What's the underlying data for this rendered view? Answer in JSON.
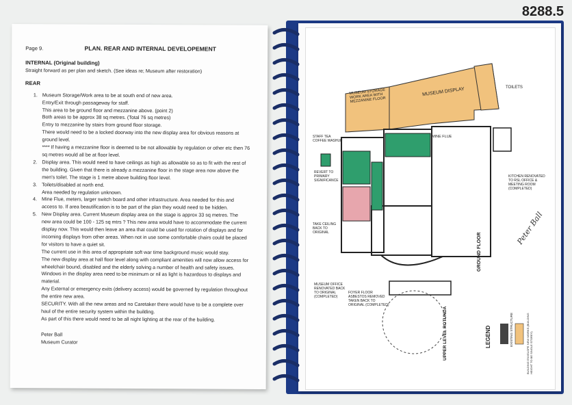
{
  "catalog_number": "8288.5",
  "left_page": {
    "page_no": "Page 9.",
    "title": "PLAN.  REAR AND INTERNAL DEVELOPEMENT",
    "internal_heading": "INTERNAL (Original building)",
    "internal_text": "Straight forward as per plan and sketch. (See ideas re; Museum after restoration)",
    "rear_heading": "REAR",
    "items": [
      {
        "n": "1.",
        "lines": [
          "Museum Storage/Work area to be at south end of new area.",
          "Entry/Exit through passageway for staff.",
          "This area to be ground floor and mezzanine above. (point 2)",
          "Both areas to be approx 38 sq metres. (Total 76 sq metres)",
          "Entry to mezzanine by stairs from ground floor storage.",
          "There would need to be a locked doorway into the new display area for obvious reasons at",
          "ground level.",
          "**** If having a mezzanine floor is deemed to be not allowable by regulation or other etc then 76",
          "sq metres would all be at floor level."
        ]
      },
      {
        "n": "2.",
        "lines": [
          "Display area. This would need to have ceilings as high as allowable so as to fit with the rest of",
          "the building. Given that there is already a mezzanine floor in the stage area now above the",
          "men's toilet. The stage is 1 metre above building floor level."
        ]
      },
      {
        "n": "3.",
        "lines": [
          "Toilets/disabled at north end.",
          "Area needed by regulation unknown."
        ]
      },
      {
        "n": "4.",
        "lines": [
          "Mine Flue, meters, larger switch board and other infrastructure. Area needed for this and",
          "access to. If area beautification is to be part of the plan they would need to be hidden."
        ]
      },
      {
        "n": "5.",
        "lines": [
          "New Display area. Current Museum display area on the stage is approx 33 sq metres. The",
          "new area could be 100 - 125 sq mtrs ? This new area would have to accommodate the current",
          "display now. This would then leave an area that could be used for rotation of displays and for",
          "incoming displays from other areas. When not in use some comfortable chairs could be placed",
          "for visitors to have a quiet sit.",
          "The current use in this area of appropriate soft war time background music would stay.",
          "The new display area at hall floor level along with compliant amenities will now allow access for",
          "wheelchair bound, disabled and the elderly solving a number of health and safety issues.",
          "Windows in the display area need to be minimum or nil as light is hazardous to displays and",
          "material.",
          "Any External or emergency exits (delivery access) would be governed by regulation throughout",
          "the entire new area.",
          "SECURITY. With all the new areas and no Caretaker there would have to be a complete over",
          "haul of the entire security system within the building.",
          "As part of this there would need to be all night lighting at the rear of the building."
        ]
      }
    ],
    "signoff_name": "Peter Ball",
    "signoff_title": "Museum Curator"
  },
  "right_page": {
    "labels": {
      "storage": "MUSEUM STORAGE WORK AREA WITH MEZZANINE FLOOR",
      "display": "MUSEUM DISPLAY",
      "toilets": "TOILETS",
      "staff": "STAFF TEA COFFEE WASHUP",
      "revert": "REVERT TO PRIMARY SIGNIFICANCE",
      "mine_flue": "MINE FLUE",
      "kitchen": "KITCHEN RENOVATED TO RSL OFFICE & MEETING ROOM (COMPLETED)",
      "take_ceiling": "TAKE CEILING BACK TO ORIGINAL",
      "museum_office": "MUSEUM OFFICE RENOVATED BACK TO ORIGINAL (COMPLETED)",
      "foyer": "FOYER FLOOR ASBESTOS REMOVED TAKEN BACK TO ORIGINAL (COMPLETED)",
      "ground_floor": "GROUND FLOOR",
      "rotunda": "UPPER LEVEL ROTUNDA",
      "legend": "LEGEND",
      "legend_existing": "EXISTING STRUCTURE",
      "legend_new": "BUILDING ENVELOPE NEW WORKS (BUILDING HEIGHT TO BE SINGLE STOREY)",
      "signature": "Peter Ball"
    },
    "colors": {
      "orange": "#f1c27d",
      "green": "#2f9e6d",
      "pink": "#e7a6ad",
      "line": "#1a1a1a"
    }
  }
}
